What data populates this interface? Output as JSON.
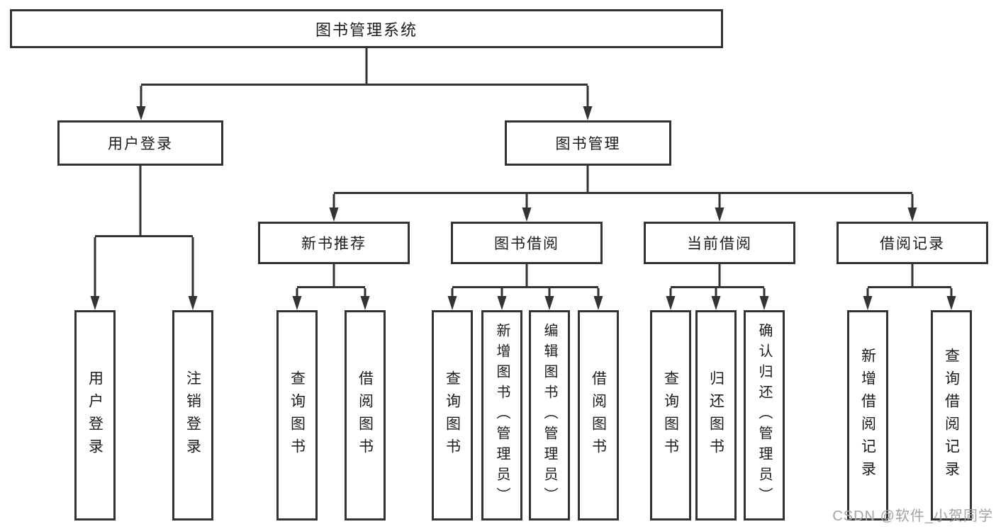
{
  "tree": {
    "root": "图书管理系统",
    "children": [
      {
        "label": "用户登录",
        "children": [
          "用户登录",
          "注销登录"
        ]
      },
      {
        "label": "图书管理",
        "children": [
          {
            "label": "新书推荐",
            "children": [
              "查询图书",
              "借阅图书"
            ]
          },
          {
            "label": "图书借阅",
            "children": [
              "查询图书",
              "新增图书（管理员）",
              "编辑图书（管理员）",
              "借阅图书"
            ]
          },
          {
            "label": "当前借阅",
            "children": [
              "查询图书",
              "归还图书",
              "确认归还（管理员）"
            ]
          },
          {
            "label": "借阅记录",
            "children": [
              "新增借阅记录",
              "查询借阅记录"
            ]
          }
        ]
      }
    ]
  },
  "watermark": "CSDN @软件_小贺同学",
  "colors": {
    "line": "#333333",
    "text": "#1c1c1c",
    "boxbg": "#ffffff",
    "watermark": "#a3a3a3"
  }
}
